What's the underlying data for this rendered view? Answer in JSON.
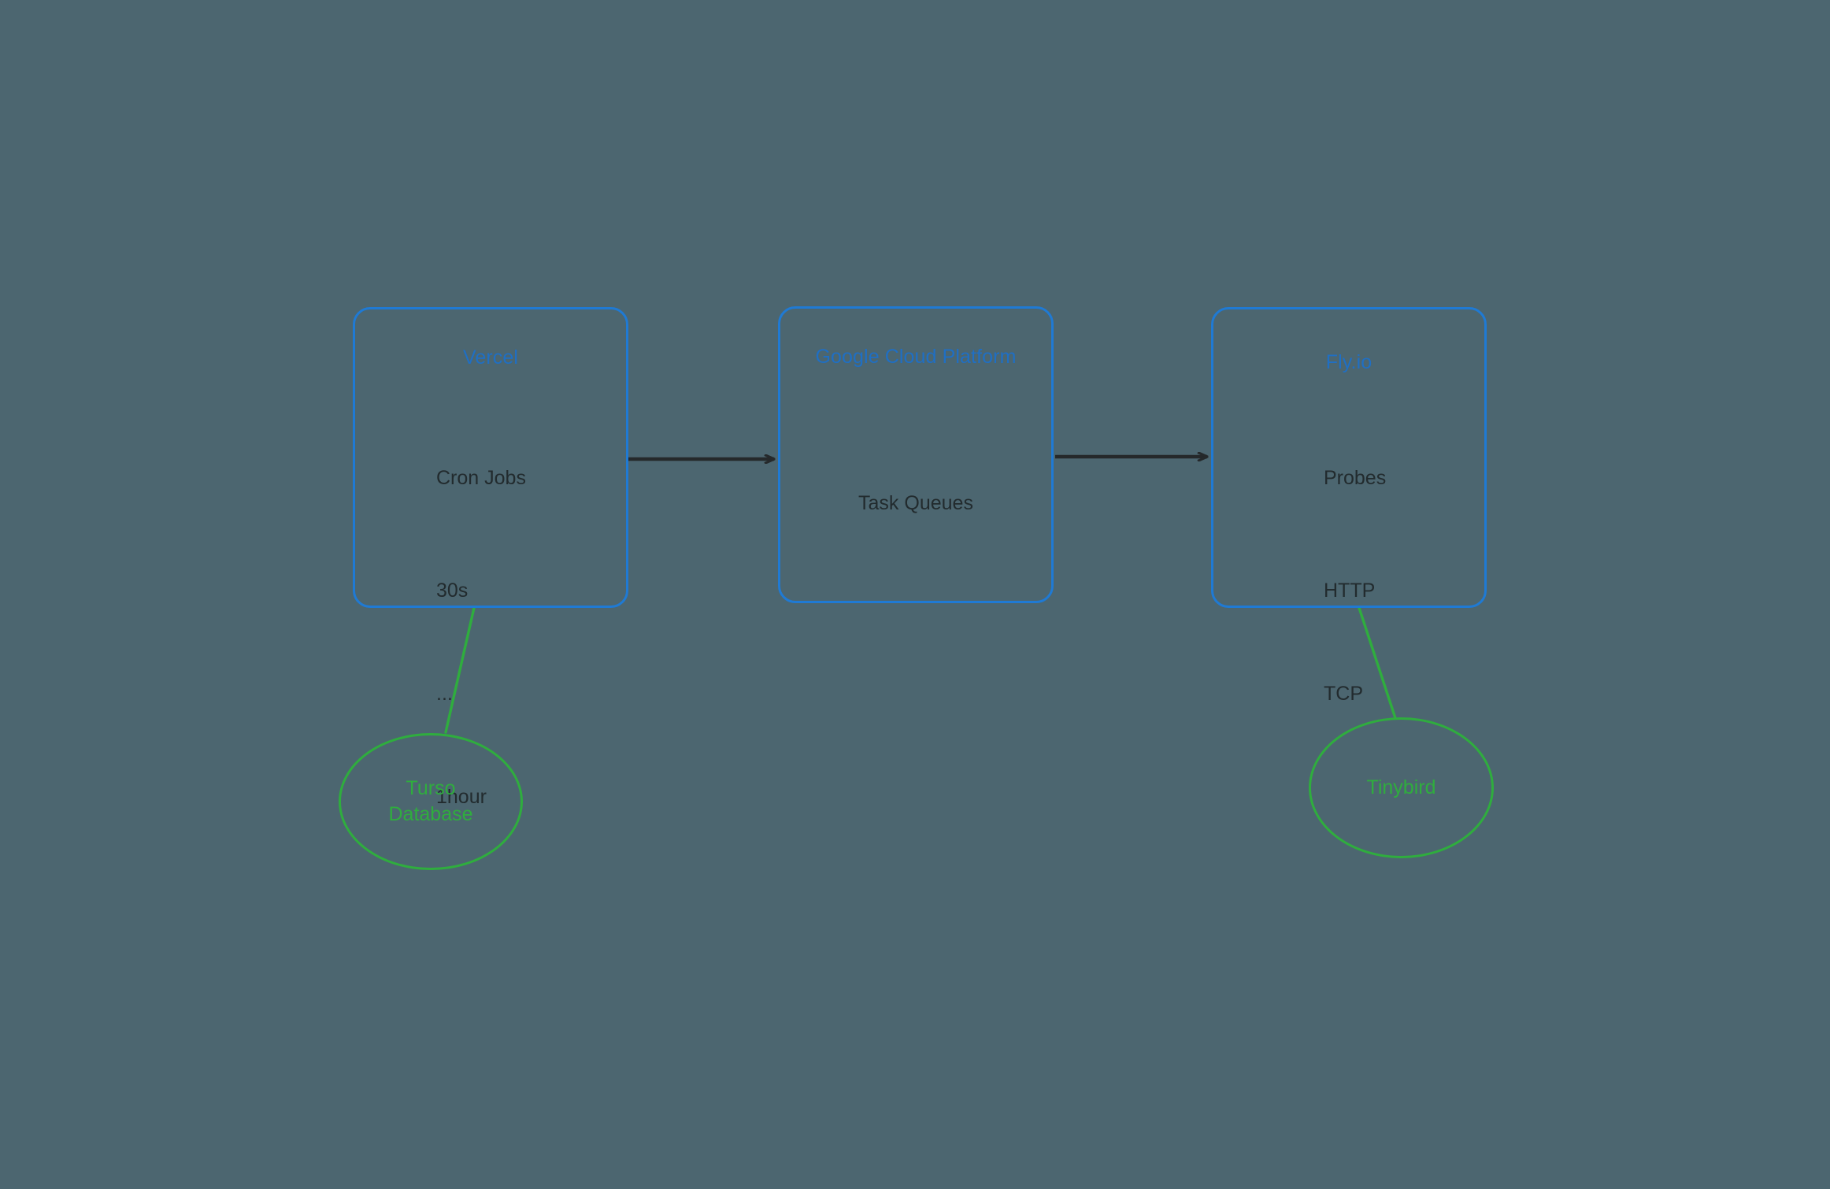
{
  "diagram": {
    "background_color": "#4c6670",
    "node_border_color": "#1f7ad4",
    "node_title_color": "#1f6fc4",
    "node_body_color": "#222b2e",
    "datastore_color": "#2fad3e",
    "arrow_color": "#25292b"
  },
  "nodes": {
    "vercel": {
      "title": "Vercel",
      "lines": [
        "Cron Jobs",
        "30s",
        "...",
        "1hour"
      ]
    },
    "gcp": {
      "title": "Google Cloud Platform",
      "lines": [
        "Task Queues"
      ]
    },
    "flyio": {
      "title": "Fly.io",
      "lines": [
        "Probes",
        "HTTP",
        "TCP"
      ]
    }
  },
  "datastores": {
    "turso": {
      "label": "Turso\nDatabase"
    },
    "tinybird": {
      "label": "Tinybird"
    }
  }
}
